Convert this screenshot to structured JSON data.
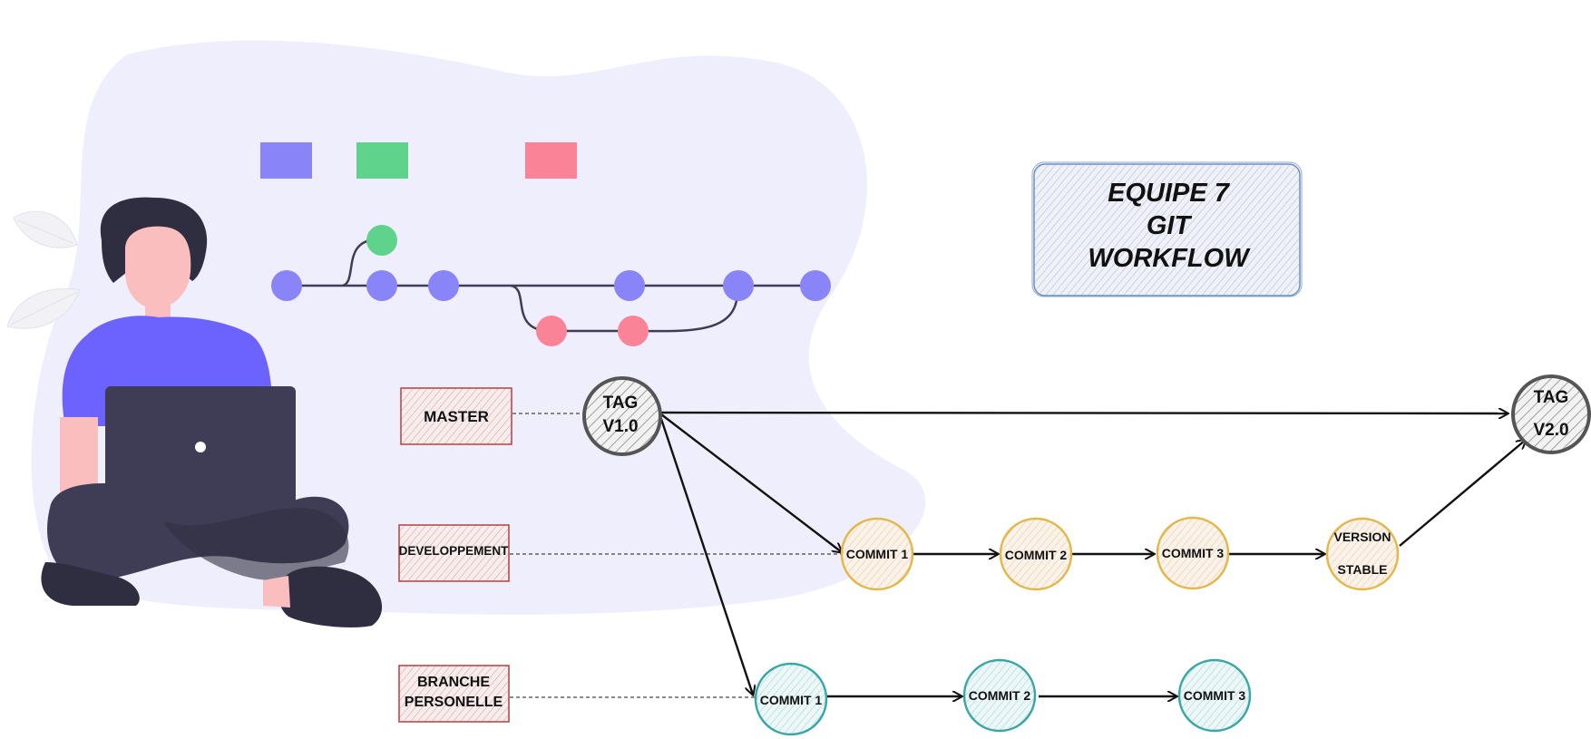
{
  "title": {
    "lines": [
      "EQUIPE 7",
      "GIT",
      "WORKFLOW"
    ]
  },
  "branches": {
    "master": {
      "label": "MASTER"
    },
    "developpement": {
      "label": "DEVELOPPEMENT"
    },
    "personnelle": {
      "label_lines": [
        "BRANCHE",
        "PERSONELLE"
      ]
    }
  },
  "nodes": {
    "tag_v1": {
      "lines": [
        "TAG",
        "V1.0"
      ]
    },
    "tag_v2": {
      "lines": [
        "TAG",
        "V2.0"
      ]
    },
    "dev_commit_1": {
      "label": "COMMIT 1"
    },
    "dev_commit_2": {
      "label": "COMMIT 2"
    },
    "dev_commit_3": {
      "label": "COMMIT 3"
    },
    "dev_version_stable": {
      "lines": [
        "VERSION",
        "STABLE"
      ]
    },
    "perso_commit_1": {
      "label": "COMMIT 1"
    },
    "perso_commit_2": {
      "label": "COMMIT 2"
    },
    "perso_commit_3": {
      "label": "COMMIT 3"
    }
  },
  "colors": {
    "blob": "#efeefc",
    "accent_purple": "#8985f8",
    "accent_green": "#5fd38b",
    "accent_pink": "#fb8398",
    "dev_stroke": "#e2b84a",
    "perso_stroke": "#3aa6a6",
    "branch_stroke": "#b84b4b",
    "title_stroke": "#6f8fbf",
    "dark": "#3f3d56"
  },
  "illustration": {
    "name": "person-with-laptop-illustration"
  }
}
